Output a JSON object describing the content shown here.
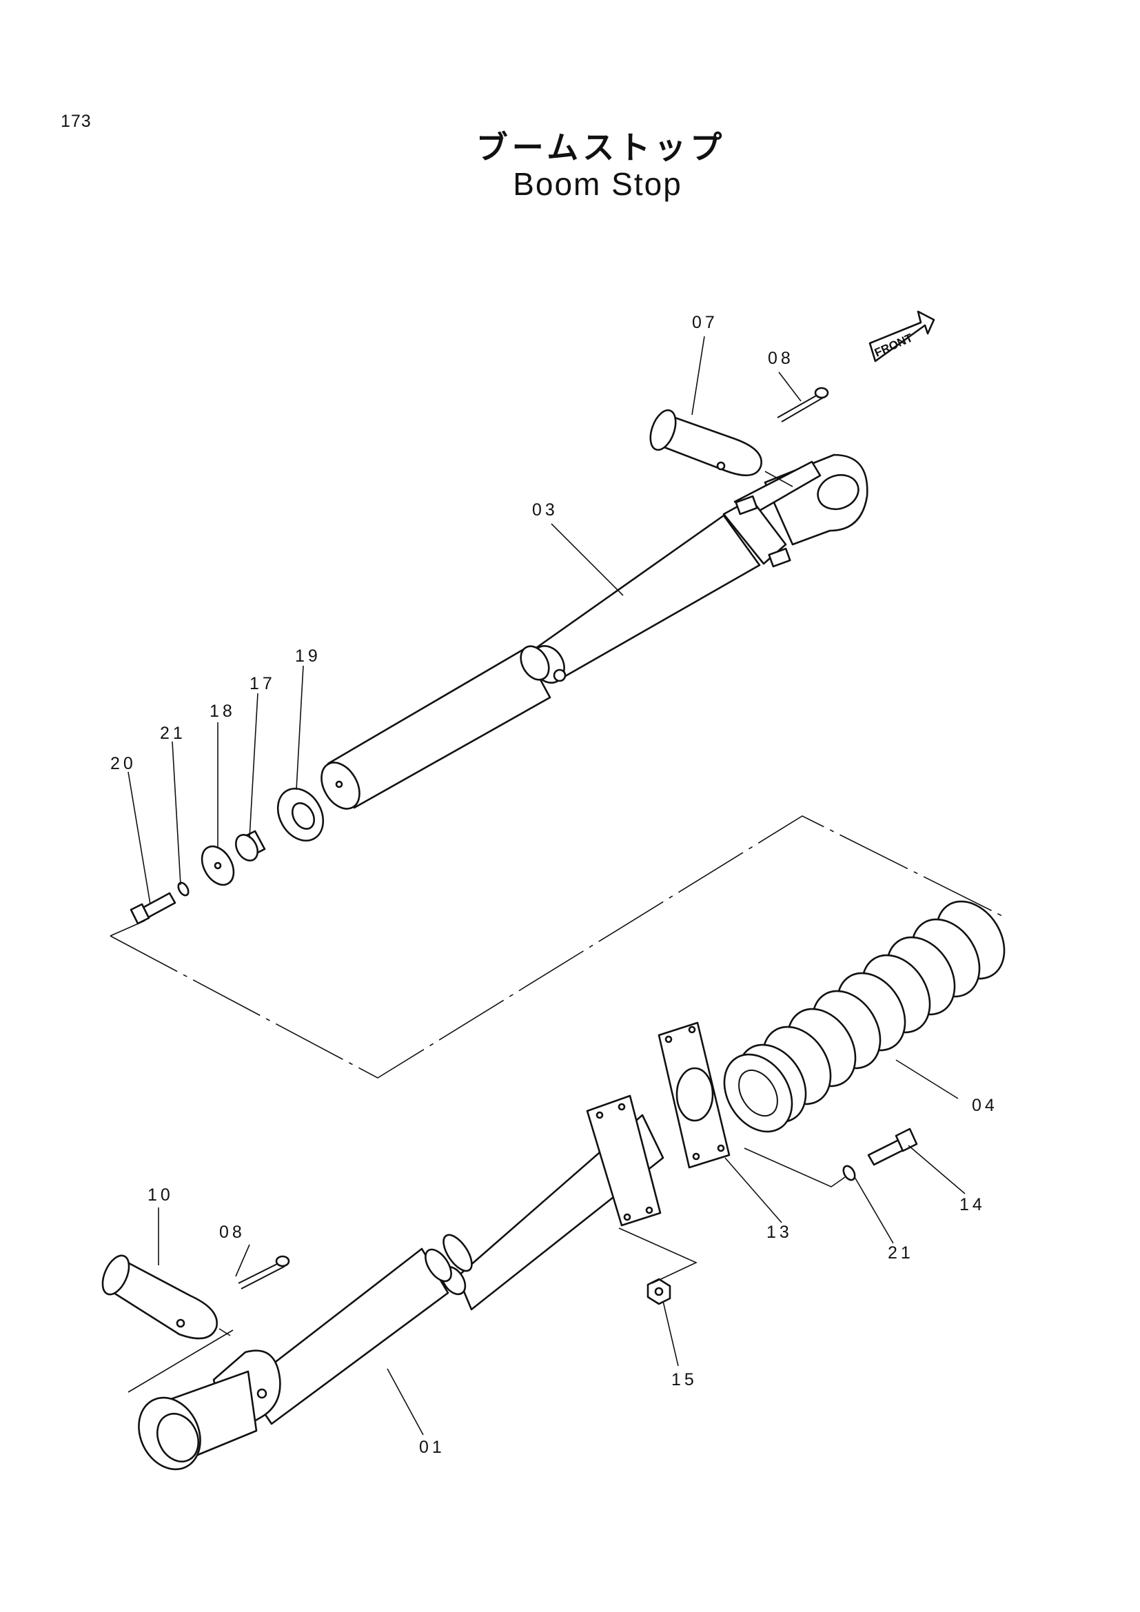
{
  "page": {
    "number": "173",
    "title_jp": "ブームストップ",
    "title_en": "Boom Stop",
    "front_label": "FRONT"
  },
  "callouts": {
    "p07": "07",
    "p08a": "08",
    "p03": "03",
    "p19": "19",
    "p17": "17",
    "p18": "18",
    "p21a": "21",
    "p20": "20",
    "p04": "04",
    "p14": "14",
    "p13": "13",
    "p21b": "21",
    "p10": "10",
    "p08b": "08",
    "p15": "15",
    "p01": "01"
  },
  "colors": {
    "ink": "#111111",
    "paper": "#ffffff"
  }
}
